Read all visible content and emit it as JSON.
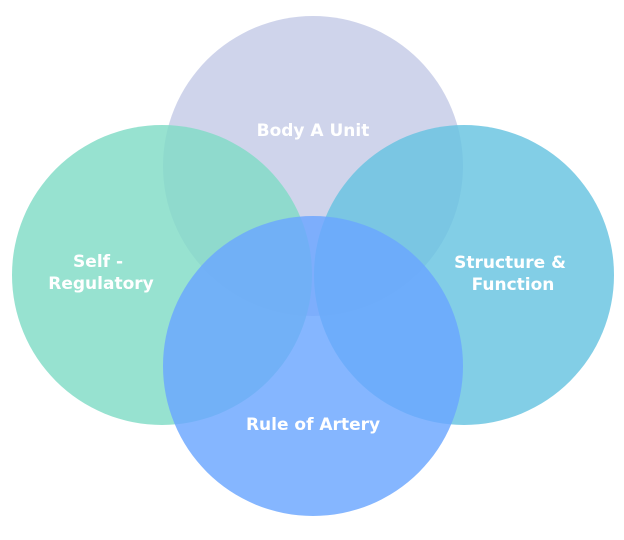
{
  "diagram": {
    "type": "venn",
    "sets": [
      {
        "id": "top",
        "lines": [
          "Body A Unit"
        ],
        "color": "#c3c9e6"
      },
      {
        "id": "left",
        "lines": [
          "Self -",
          "Regulatory"
        ],
        "color": "#80dcc6"
      },
      {
        "id": "right",
        "lines": [
          "Structure &",
          "Function"
        ],
        "color": "#66c3e1"
      },
      {
        "id": "bottom",
        "lines": [
          "Rule of Artery"
        ],
        "color": "#6aa6ff"
      }
    ]
  }
}
